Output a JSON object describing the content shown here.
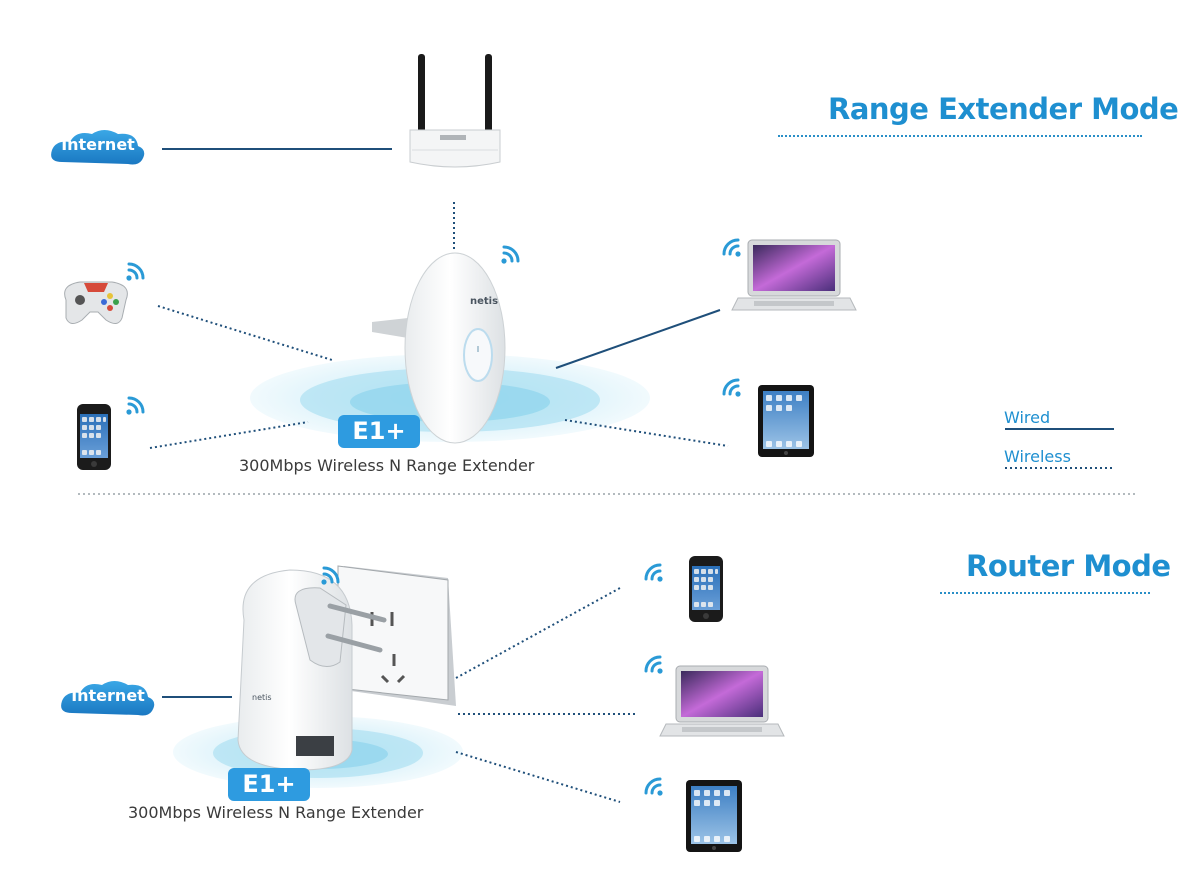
{
  "top_section": {
    "title": "Range Extender Mode",
    "internet_label": "Internet",
    "badge": "E1+",
    "caption": "300Mbps Wireless N Range Extender",
    "device_brand": "netis"
  },
  "bottom_section": {
    "title": "Router Mode",
    "internet_label": "Internet",
    "badge": "E1+",
    "caption": "300Mbps Wireless N Range Extender",
    "device_brand": "netis"
  },
  "legend": {
    "wired": "Wired",
    "wireless": "Wireless"
  },
  "colors": {
    "accent": "#1e8fd0",
    "badge": "#2e9be0",
    "wired_line": "#1f4f7a",
    "wireless_line": "#1f4f7a",
    "halo": "#9fdcf0"
  }
}
